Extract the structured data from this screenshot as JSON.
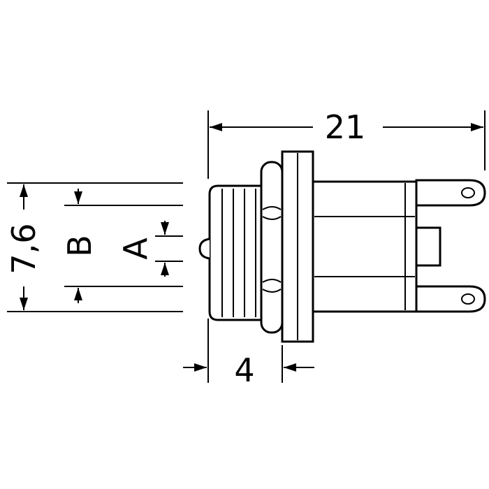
{
  "diagram": {
    "dimensions": {
      "overall_length": "21",
      "thread_length": "4",
      "outer_diameter": "7,6",
      "dim_b": "B",
      "dim_a": "A"
    },
    "colors": {
      "line": "#000000",
      "background": "#ffffff"
    }
  }
}
